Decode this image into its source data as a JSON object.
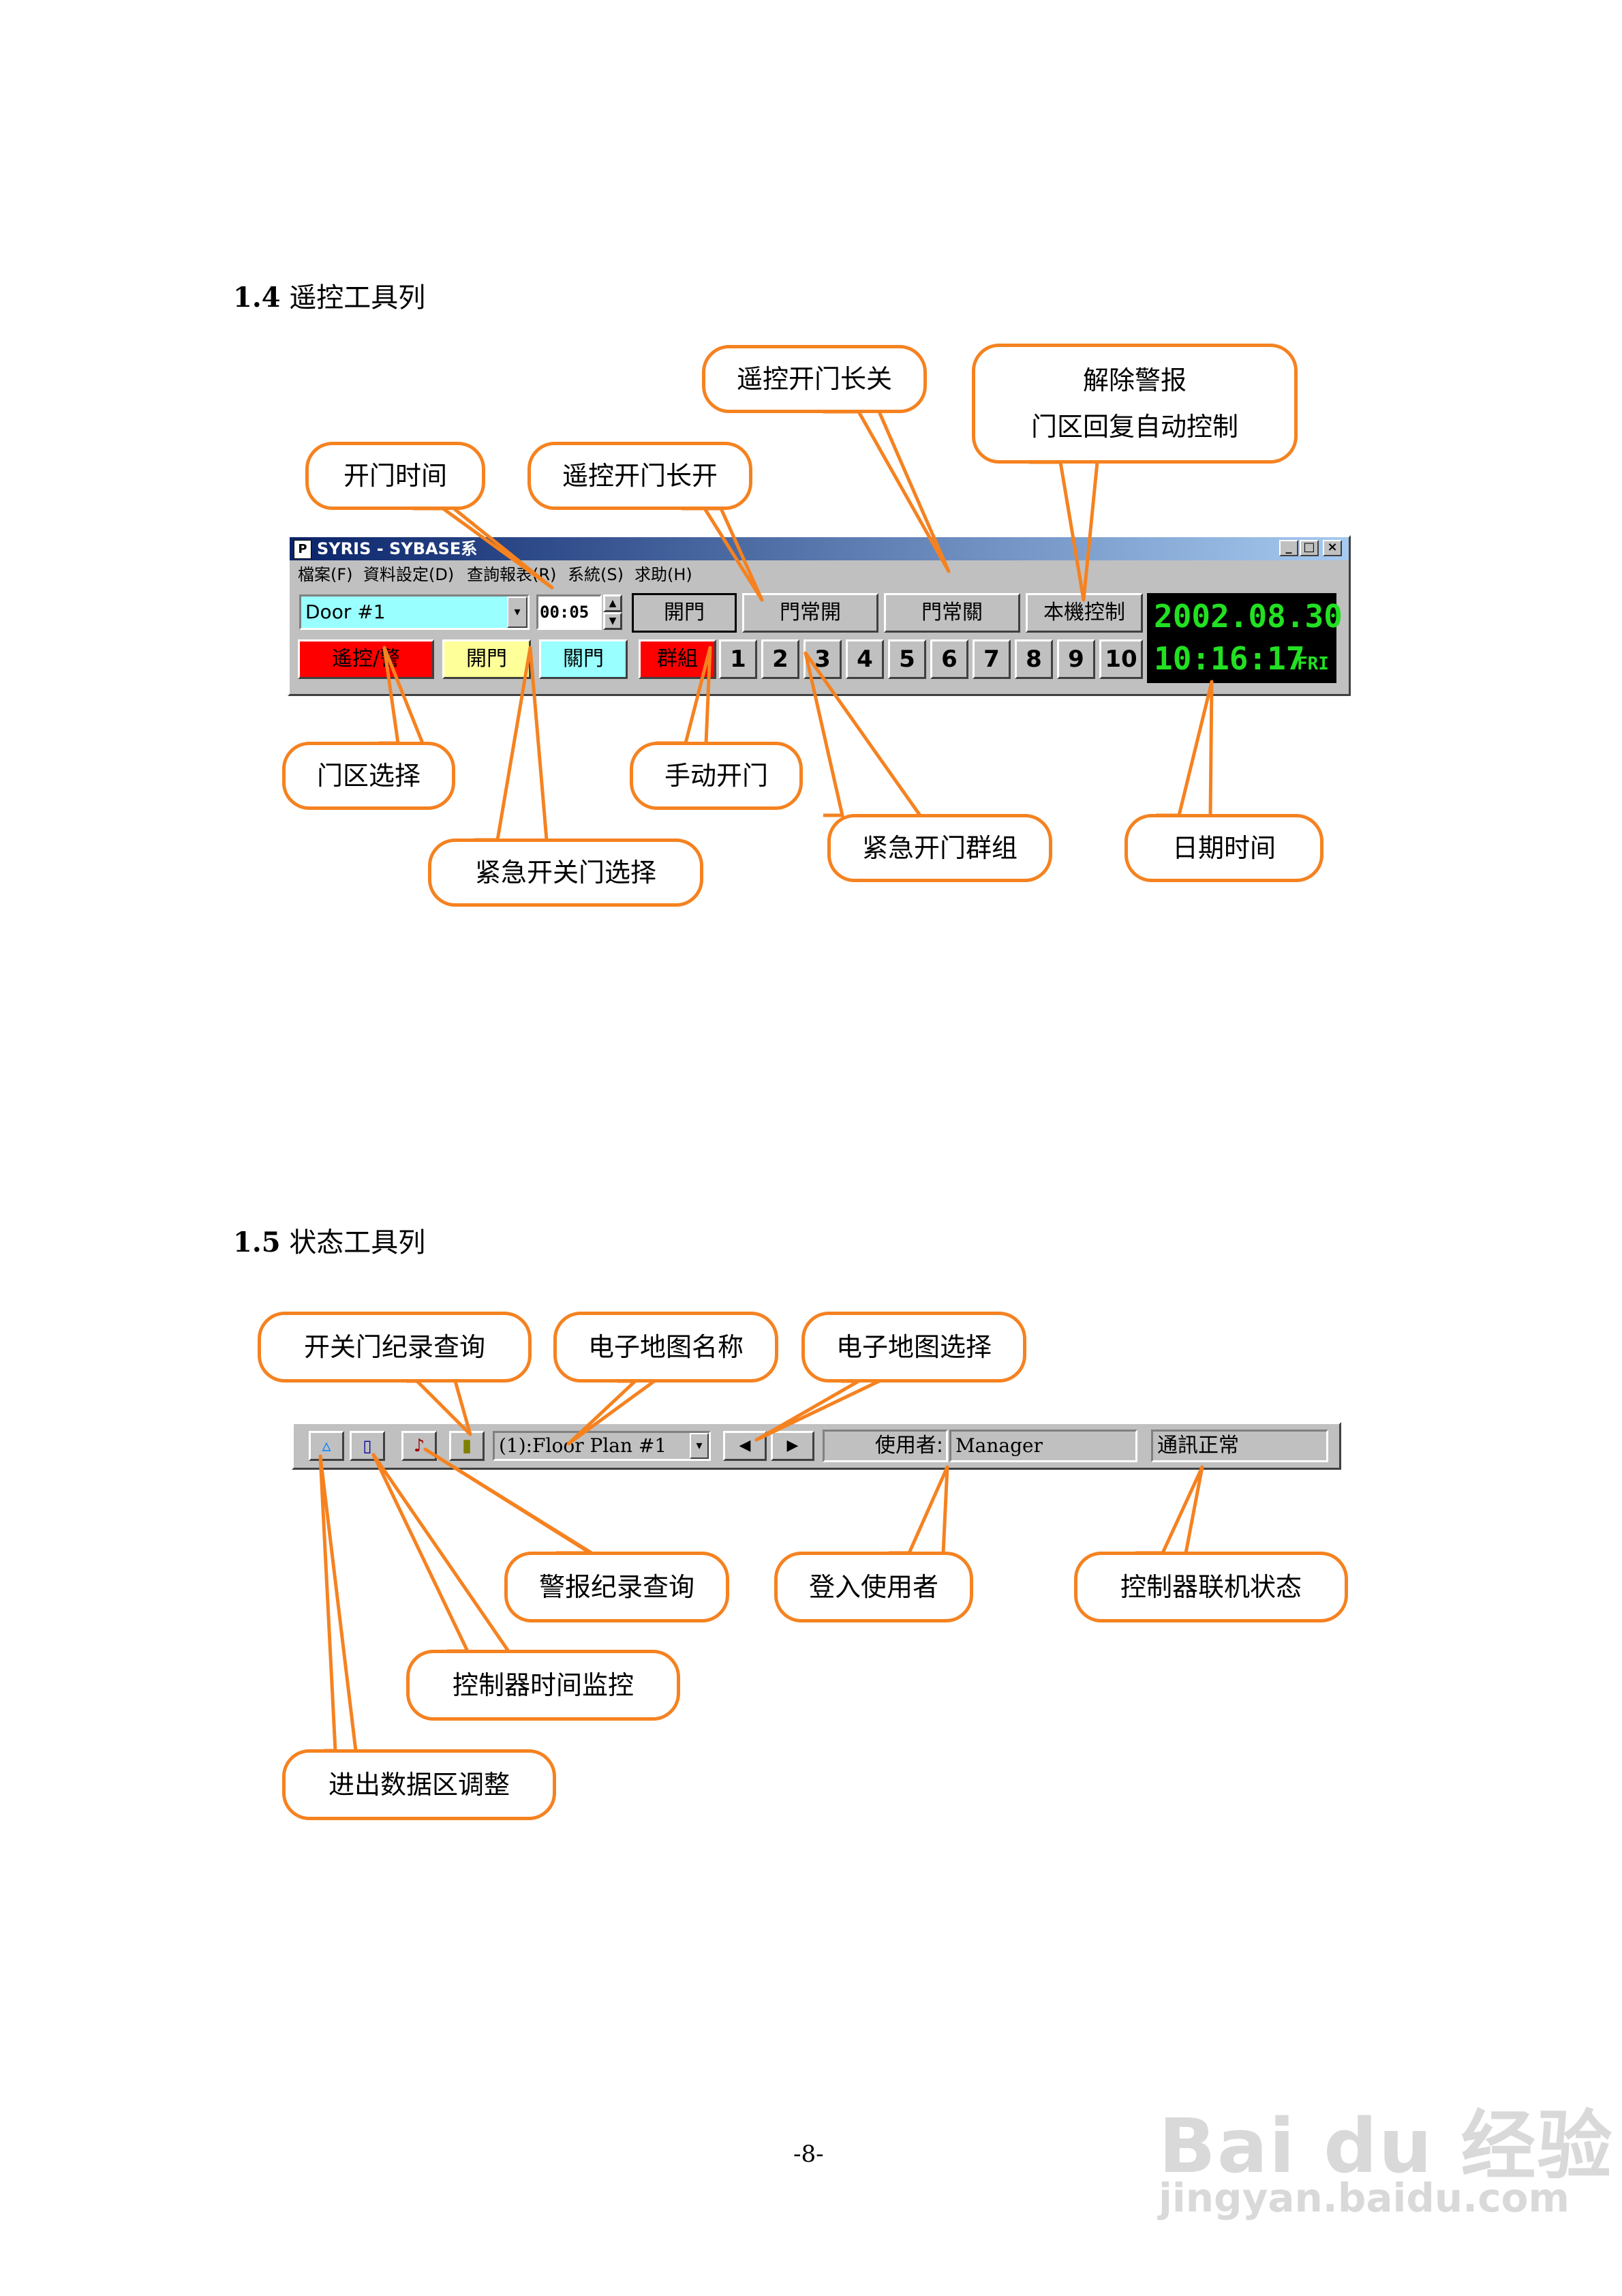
{
  "section_14": {
    "number": "1.4",
    "title": "遥控工具列",
    "window": {
      "title": "SYRIS - SYBASE系",
      "menu": [
        "檔案(F)",
        "資料設定(D)",
        "查詢報表(R)",
        "系統(S)",
        "求助(H)"
      ],
      "controls": [
        "_",
        "□",
        "×"
      ],
      "door_select": "Door #1",
      "open_time": "00:05",
      "buttons": {
        "open": "開門",
        "normally_open": "門常開",
        "normally_closed": "門常關",
        "local_control": "本機控制",
        "remote_alarm": "遙控/警",
        "emergency_open": "開門",
        "emergency_close": "關門",
        "group": "群組"
      },
      "groups": [
        "1",
        "2",
        "3",
        "4",
        "5",
        "6",
        "7",
        "8",
        "9",
        "10"
      ],
      "date": "2002.08.30",
      "time": "10:16:17",
      "weekday": "FRI"
    },
    "callouts": {
      "open_time": "开门时间",
      "remote_open": "遥控开门长开",
      "remote_close": "遥控开门长关",
      "clear_alarm_line1": "解除警报",
      "clear_alarm_line2": "门区回复自动控制",
      "door_area": "门区选择",
      "manual_open": "手动开门",
      "emergency_select": "紧急开关门选择",
      "emergency_group": "紧急开门群组",
      "date_time": "日期时间"
    }
  },
  "section_15": {
    "number": "1.5",
    "title": "状态工具列",
    "statusbar": {
      "floor_plan": "(1):Floor Plan #1",
      "user_label": "使用者:",
      "user_name": "Manager",
      "comm_status": "通訊正常"
    },
    "callouts": {
      "door_log": "开关门纪录查询",
      "map_name": "电子地图名称",
      "map_select": "电子地图选择",
      "alarm_log": "警报纪录查询",
      "login_user": "登入使用者",
      "controller_status": "控制器联机状态",
      "controller_time": "控制器时间监控",
      "data_area": "进出数据区调整"
    }
  },
  "page_number": "-8-",
  "watermark": {
    "logo": "Bai du 经验",
    "url": "jingyan.baidu.com"
  },
  "colors": {
    "callout_border": "#f58220",
    "alarm_red": "#ff0000",
    "yellow": "#ffff99",
    "cyan": "#99ffff",
    "clock_green": "#22e022"
  }
}
